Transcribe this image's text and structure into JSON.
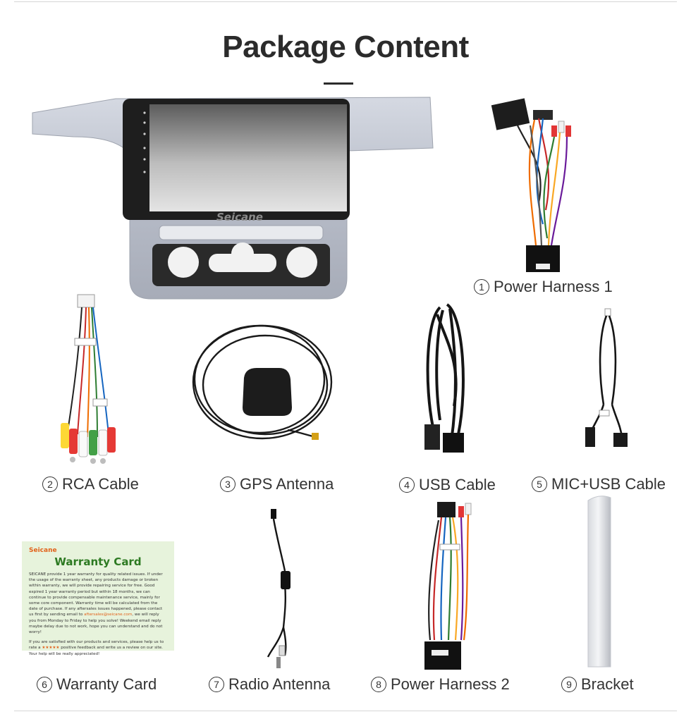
{
  "page": {
    "title": "Package Content"
  },
  "head_unit": {
    "brand_watermark": "Seicane"
  },
  "items": [
    {
      "number": "1",
      "label": "Power Harness 1"
    },
    {
      "number": "2",
      "label": "RCA Cable"
    },
    {
      "number": "3",
      "label": "GPS Antenna"
    },
    {
      "number": "4",
      "label": "USB Cable"
    },
    {
      "number": "5",
      "label": "MIC+USB Cable"
    },
    {
      "number": "6",
      "label": "Warranty Card"
    },
    {
      "number": "7",
      "label": "Radio Antenna"
    },
    {
      "number": "8",
      "label": "Power Harness 2"
    },
    {
      "number": "9",
      "label": "Bracket"
    }
  ],
  "warranty_card": {
    "brand": "Seicane",
    "title": "Warranty Card",
    "paragraph1_a": "SEICANE provide 1 year warranty for quality related issues. If under the usage of the warranty sheet, any products damage or broken within warranty, we will provide repairing service for free. Good expired 1 year warranty period but within 18 months, we can continue to provide compensable maintenance service, mainly for some core component. Warranty time will be calculated from the date of purchase. If any aftersales issues happened, please contact us first by sending email to ",
    "email": "aftersales@seicane.com",
    "paragraph1_b": ", we will reply you from Monday to Friday to help you solve! Weekend email reply maybe delay due to not work, hope you can understand and do not worry!",
    "paragraph2_a": "If you are satisfied with our products and services, please help us to rate a ",
    "stars": "★★★★★",
    "paragraph2_b": " positive feedback and write us a review on our site. Your help will be really appreciated!"
  },
  "colors": {
    "title": "#2b2b2b",
    "warranty_bg": "#e7f3dc",
    "warranty_title": "#2d7a22",
    "brand_orange": "#e2621b"
  }
}
